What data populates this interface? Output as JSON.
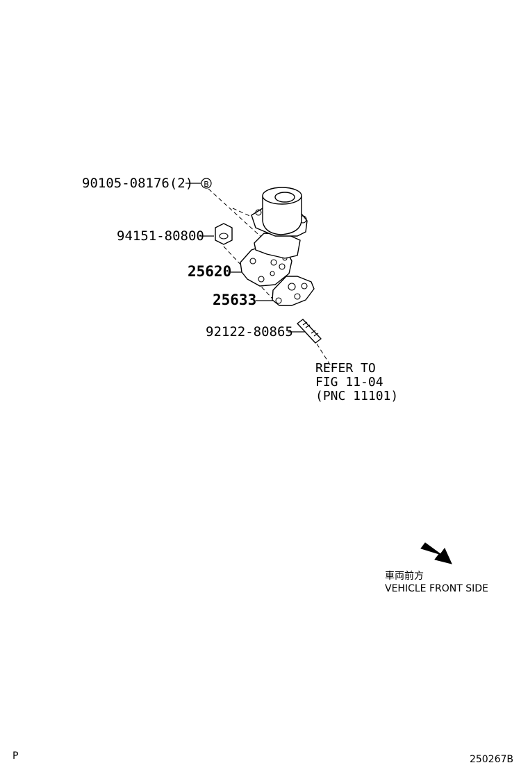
{
  "parts": [
    {
      "id": "bolt",
      "part_number": "90105-08176(2)",
      "marker": "B"
    },
    {
      "id": "nut",
      "part_number": "94151-80800"
    },
    {
      "id": "egr-valve",
      "part_number": "25620"
    },
    {
      "id": "gasket",
      "part_number": "25633"
    },
    {
      "id": "stud",
      "part_number": "92122-80865"
    }
  ],
  "reference": {
    "line1": "REFER TO",
    "line2": "FIG 11-04",
    "line3": "(PNC 11101)"
  },
  "orientation": {
    "label_jp": "車両前方",
    "label_en": "VEHICLE FRONT SIDE"
  },
  "footer": {
    "left_code": "P",
    "diagram_id": "250267B"
  }
}
